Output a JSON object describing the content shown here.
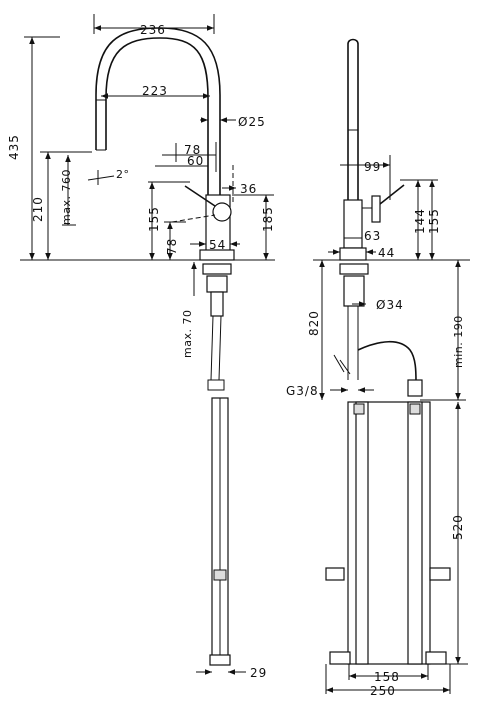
{
  "front_view": {
    "dim_width_top": "236",
    "dim_spout_reach": "223",
    "dim_spout_dia": "Ø25",
    "dim_handle_78": "78",
    "dim_handle_60": "60",
    "dim_angle": "2°",
    "dim_height_total": "435",
    "dim_max_pullout": "max. 760",
    "dim_outlet_height": "210",
    "dim_handle_155": "155",
    "dim_handle_78b": "78",
    "dim_base_36": "36",
    "dim_body_185": "185",
    "dim_base_54": "54",
    "dim_max_70": "max. 70",
    "dim_hose_29": "29"
  },
  "side_view": {
    "dim_99": "99",
    "dim_144": "144",
    "dim_155": "155",
    "dim_63": "63",
    "dim_44": "44",
    "dim_820": "820",
    "dim_shank_dia": "Ø34",
    "dim_min_190": "min. 190",
    "dim_thread": "G3/8",
    "dim_520": "520",
    "dim_158": "158",
    "dim_250": "250"
  }
}
